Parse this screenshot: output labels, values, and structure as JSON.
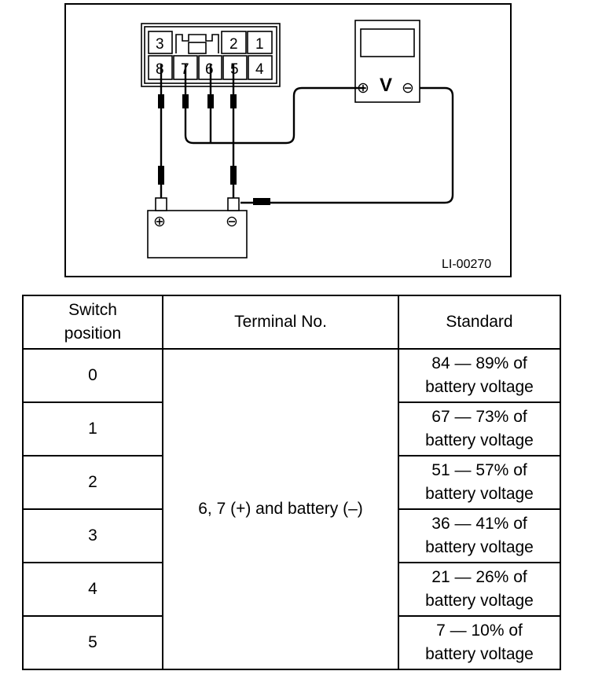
{
  "diagram": {
    "connector_pins": [
      "3",
      "2",
      "1",
      "8",
      "7",
      "6",
      "5",
      "4"
    ],
    "meter_label": "V",
    "meter_plus": "⊕",
    "meter_minus": "⊖",
    "battery_plus": "⊕",
    "battery_minus": "⊖",
    "figure_id": "LI-00270"
  },
  "table": {
    "headers": {
      "switch_line1": "Switch",
      "switch_line2": "position",
      "terminal": "Terminal No.",
      "standard": "Standard"
    },
    "terminal_value": "6, 7 (+) and battery (–)",
    "rows": [
      {
        "position": "0",
        "standard_line1": "84 — 89% of",
        "standard_line2": "battery voltage"
      },
      {
        "position": "1",
        "standard_line1": "67 — 73% of",
        "standard_line2": "battery voltage"
      },
      {
        "position": "2",
        "standard_line1": "51 — 57% of",
        "standard_line2": "battery voltage"
      },
      {
        "position": "3",
        "standard_line1": "36 — 41% of",
        "standard_line2": "battery voltage"
      },
      {
        "position": "4",
        "standard_line1": "21 — 26% of",
        "standard_line2": "battery voltage"
      },
      {
        "position": "5",
        "standard_line1": "7 — 10% of",
        "standard_line2": "battery voltage"
      }
    ]
  }
}
